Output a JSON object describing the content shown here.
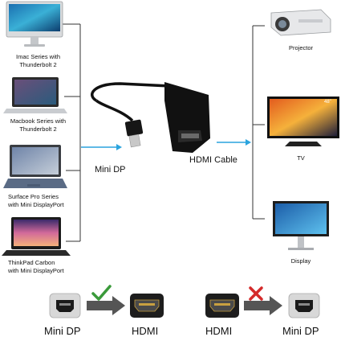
{
  "sources": [
    {
      "label": "Imac Series with\nThunderbolt 2",
      "icon": "imac-icon"
    },
    {
      "label": "Macbook Series with\nThunderbolt 2",
      "icon": "macbook-icon"
    },
    {
      "label": "Surface Pro Series\nwith Mini DisplayPort",
      "icon": "surface-pro-icon"
    },
    {
      "label": "ThinkPad Carbon\nwith Mini DisplayPort",
      "icon": "thinkpad-icon"
    }
  ],
  "adapter": {
    "input_label": "Mini DP",
    "output_label": "HDMI Cable"
  },
  "outputs": [
    {
      "label": "Projector",
      "icon": "projector-icon"
    },
    {
      "label": "TV",
      "icon": "tv-icon"
    },
    {
      "label": "Display",
      "icon": "monitor-icon"
    }
  ],
  "tv_size": "48\"",
  "directions": [
    {
      "from": "Mini DP",
      "to": "HDMI",
      "status": "supported",
      "mark": "check-icon"
    },
    {
      "from": "HDMI",
      "to": "Mini DP",
      "status": "not-supported",
      "mark": "cross-icon"
    }
  ],
  "colors": {
    "arrow": "#2aa4de",
    "check": "#3a9a3a",
    "cross": "#d42a2a",
    "line": "#333333"
  }
}
